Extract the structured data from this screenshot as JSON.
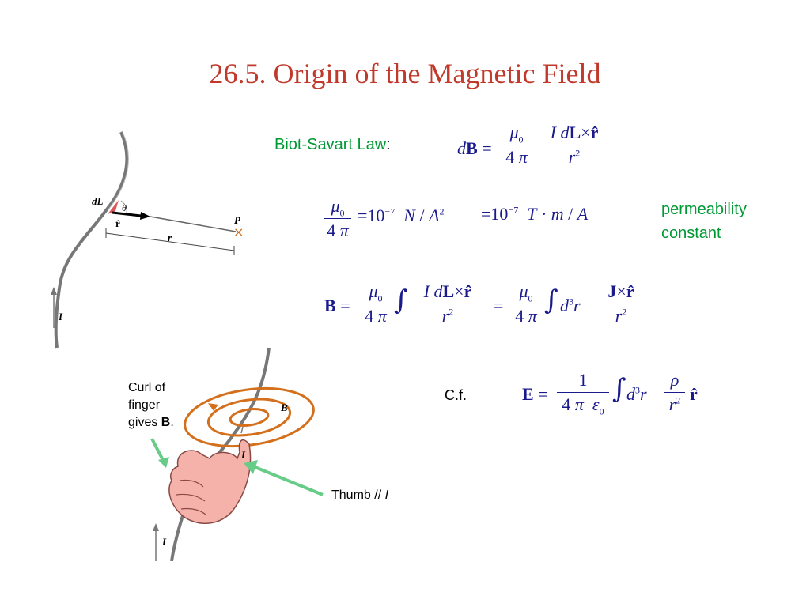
{
  "title": "26.5. Origin of the Magnetic Field",
  "colors": {
    "title": "#c0392b",
    "green_text": "#009933",
    "equation": "#1a1a8c"
  },
  "biot_savart": {
    "label": "Biot-Savart Law",
    "colon": ":",
    "lhs": "d B =",
    "num": "I dL × r̂",
    "den": "r²",
    "coef_num": "μ₀",
    "coef_den": "4 π"
  },
  "permeability": {
    "line1": "permeability",
    "line2": "constant",
    "coef_num": "μ₀",
    "coef_den": "4 π",
    "value1": "= 10⁻⁷ N / A²",
    "value2": "= 10⁻⁷ T · m / A"
  },
  "b_integral": {
    "lhs": "B =",
    "coef_num": "μ₀",
    "coef_den": "4 π",
    "int1_num": "I dL × r̂",
    "int1_den": "r²",
    "eq2": "=",
    "int2_mid": "d³r",
    "int2_num": "J × r̂",
    "int2_den": "r²"
  },
  "cf": {
    "label": "C.f.",
    "lhs": "E =",
    "coef_num": "1",
    "coef_den": "4 π ε₀",
    "mid": "d³r",
    "frac_num": "ρ",
    "frac_den": "r²",
    "tail": "r̂"
  },
  "diagram_top": {
    "dL": "dL",
    "theta": "θ",
    "rhat": "r̂",
    "P": "P",
    "r": "r",
    "I": "I"
  },
  "diagram_bottom": {
    "caption_line1": "Curl of",
    "caption_line2": "finger",
    "caption_line3_prefix": "gives ",
    "caption_line3_bold": "B",
    "caption_line3_suffix": ".",
    "thumb_label_prefix": "Thumb // ",
    "thumb_label_italic": "I",
    "B": "B",
    "I_wire": "I",
    "I_lower": "I"
  }
}
